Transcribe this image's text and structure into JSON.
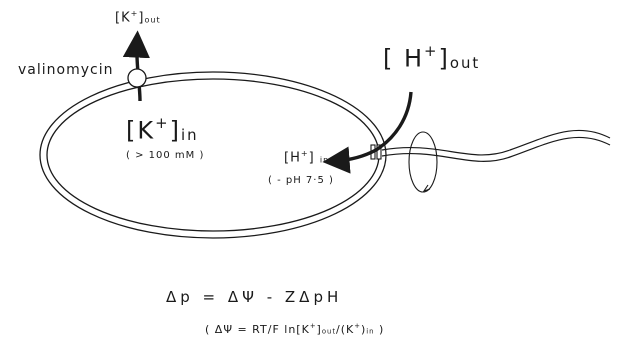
{
  "labels": {
    "k_out": {
      "base": "[K",
      "sup": "+",
      "close": "]",
      "sub": "out"
    },
    "valinomycin": "valinomycin",
    "h_out": {
      "base": "[ H",
      "sup": "+",
      "close": "]",
      "sub": "out"
    },
    "k_in": {
      "base": "[K",
      "sup": "+",
      "close": "]",
      "sub": "in"
    },
    "k_in_conc": "( > 100 mM )",
    "h_in": {
      "base": "[H",
      "sup": "+",
      "close": "]",
      "sub": "in"
    },
    "h_in_ph": "( - pH 7·5 )"
  },
  "equations": {
    "pmf": "Δp  =  ΔΨ - ZΔpH",
    "psi": {
      "lhs": "( ΔΨ = RT/F  ln[K",
      "sup1": "+",
      "mid": "]",
      "sub1": "out",
      "div": "/(K",
      "sup2": "+",
      "end": ")",
      "sub2": "in",
      "close": "  )"
    }
  },
  "colors": {
    "ink": "#1a1a1a",
    "background": "#ffffff"
  }
}
